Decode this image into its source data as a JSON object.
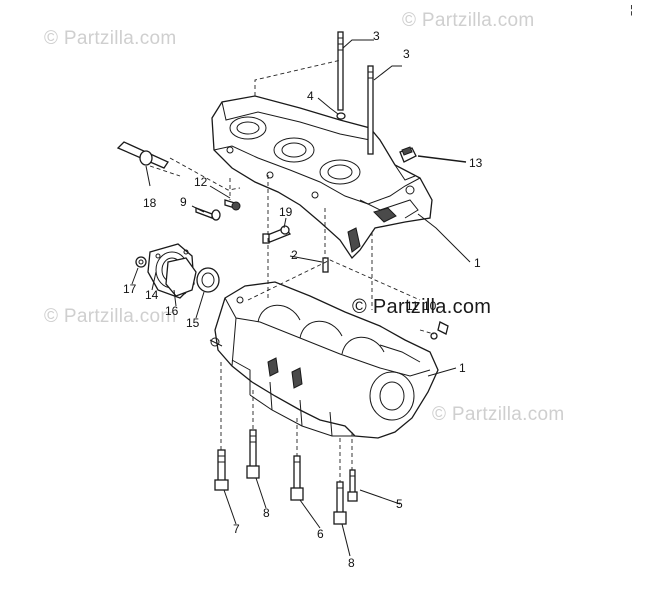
{
  "watermarks": [
    "© Partzilla.com",
    "© Partzilla.com",
    "© Partzilla.com",
    "© Partzilla.com"
  ],
  "watermark_center": "© Partzilla.com",
  "corner_mark": "¦",
  "callouts": {
    "c3a": "3",
    "c3b": "3",
    "c4": "4",
    "c13": "13",
    "c18": "18",
    "c12": "12",
    "c9": "9",
    "c19": "19",
    "c2": "2",
    "c1a": "1",
    "c17": "17",
    "c14": "14",
    "c16": "16",
    "c15": "15",
    "c11": "11",
    "c10": "10",
    "c1b": "1",
    "c7": "7",
    "c8a": "8",
    "c6": "6",
    "c8b": "8",
    "c5": "5"
  }
}
